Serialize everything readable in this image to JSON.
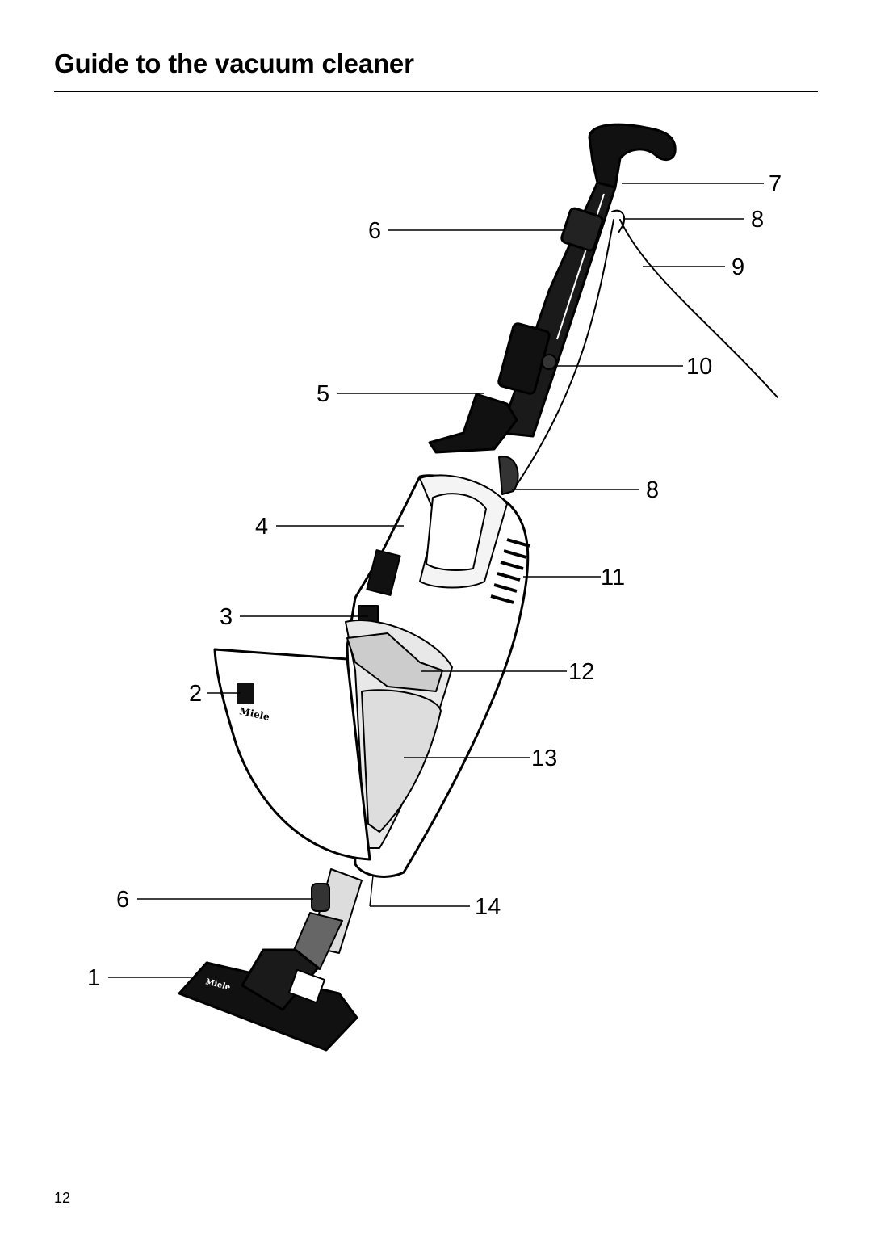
{
  "page": {
    "title": "Guide to the vacuum cleaner",
    "page_number": "12"
  },
  "figure": {
    "brand_marking": "Miele",
    "callouts": [
      "7",
      "6",
      "8",
      "9",
      "10",
      "5",
      "8",
      "4",
      "11",
      "3",
      "12",
      "2",
      "13",
      "6",
      "14",
      "1"
    ]
  }
}
